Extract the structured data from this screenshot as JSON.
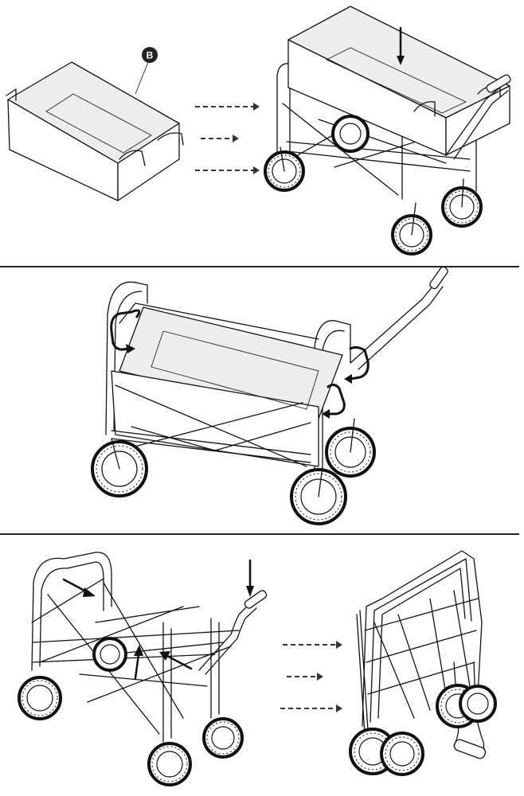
{
  "callout": {
    "label": "B"
  },
  "dividers": [
    "after-step-1",
    "after-step-2"
  ],
  "steps": [
    {
      "id": "step-1",
      "action": "insert-fabric-liner"
    },
    {
      "id": "step-2",
      "action": "secure-liner-straps"
    },
    {
      "id": "step-3",
      "action": "fold-wagon"
    }
  ]
}
